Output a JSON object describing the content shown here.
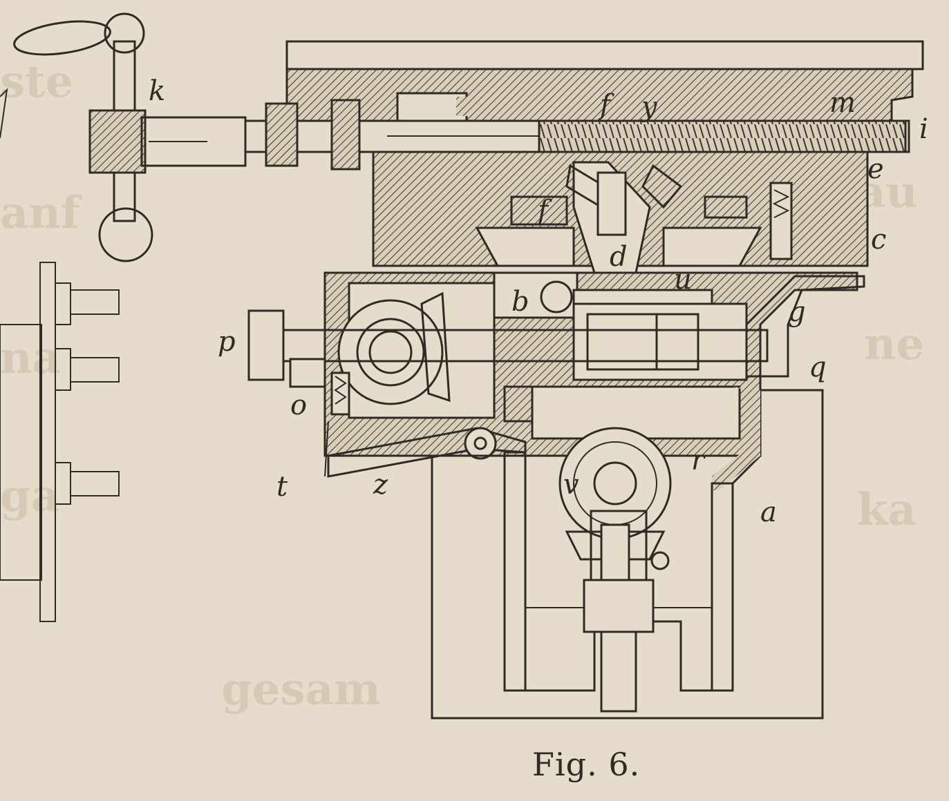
{
  "caption": "Fig. 6.",
  "part_labels": {
    "k": "k",
    "f_top": "f",
    "y": "y",
    "m": "m",
    "i": "i",
    "e": "e",
    "c": "c",
    "f": "f",
    "d": "d",
    "u": "u",
    "b": "b",
    "g": "g",
    "p": "p",
    "q": "q",
    "o": "o",
    "t": "t",
    "z": "z",
    "r": "r",
    "v": "v",
    "a": "a"
  }
}
